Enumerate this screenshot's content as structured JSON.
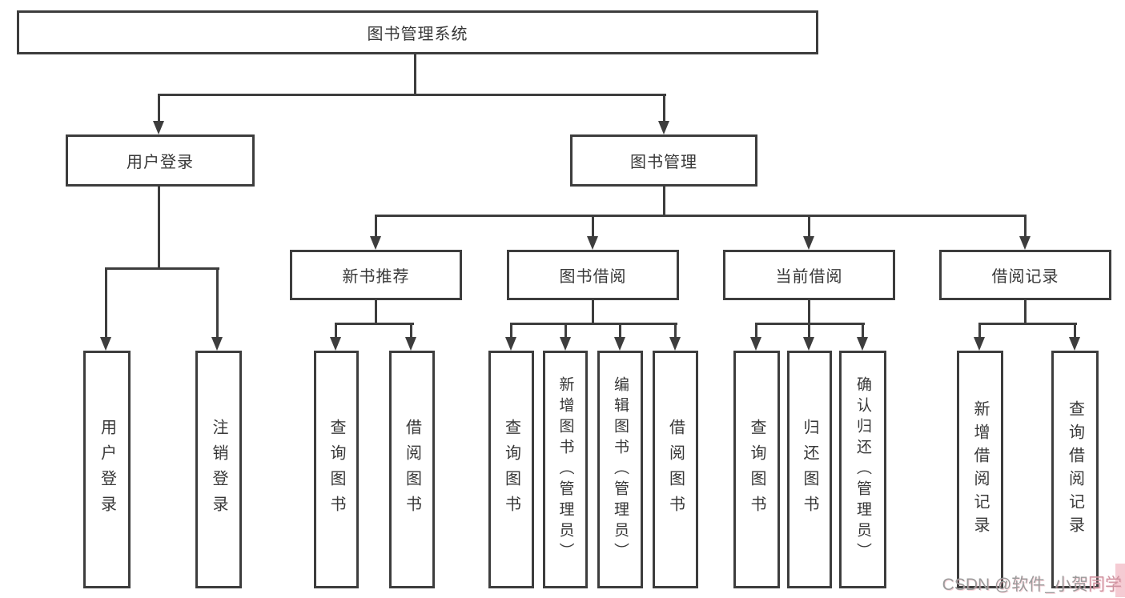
{
  "tree": {
    "root": {
      "label": "图书管理系统"
    },
    "level2": [
      {
        "label": "用户登录"
      },
      {
        "label": "图书管理"
      }
    ],
    "level3": [
      {
        "label": "新书推荐"
      },
      {
        "label": "图书借阅"
      },
      {
        "label": "当前借阅"
      },
      {
        "label": "借阅记录"
      }
    ],
    "leaves": {
      "user_login": [
        "用户登录",
        "注销登录"
      ],
      "new_book": [
        "查询图书",
        "借阅图书"
      ],
      "book_borrow": [
        "查询图书",
        "新增图书（管理员）",
        "编辑图书（管理员）",
        "借阅图书"
      ],
      "current_borrow": [
        "查询图书",
        "归还图书",
        "确认归还（管理员）"
      ],
      "borrow_record": [
        "新增借阅记录",
        "查询借阅记录"
      ]
    }
  },
  "watermark": {
    "prefix": "CSDN @软件_小贺",
    "suffix": "同学"
  },
  "colors": {
    "line": "#3d3d3d",
    "text": "#383838",
    "watermark_gray": "#9b9b9b",
    "watermark_pink": "#cf94a1",
    "background": "#ffffff"
  }
}
